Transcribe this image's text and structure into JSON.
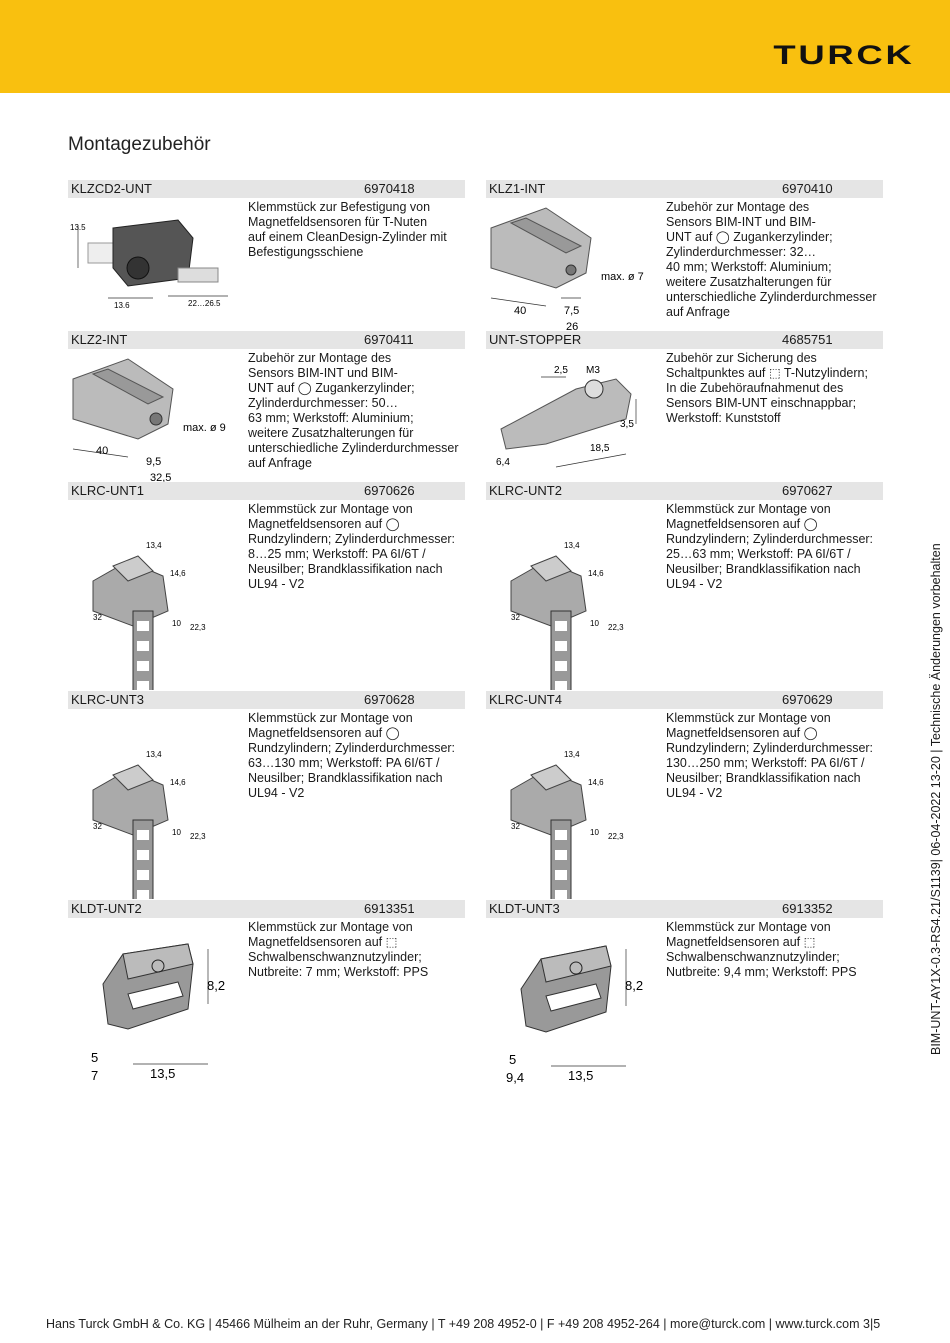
{
  "header": {
    "logo": "TURCK",
    "brand_color": "#f9c00f"
  },
  "section_title": "Montagezubehör",
  "items": [
    {
      "name": "KLZCD2-UNT",
      "number": "6970418",
      "desc": [
        "Klemmstück zur Befestigung von",
        "Magnetfeldsensoren für T-Nuten",
        "auf einem CleanDesign-Zylinder mit",
        "Befestigungsschiene"
      ],
      "dims": [
        "13.5",
        "13.6",
        "22…26.5"
      ]
    },
    {
      "name": "KLZ1-INT",
      "number": "6970410",
      "desc": [
        "Zubehör zur Montage des",
        "Sensors BIM-INT und BIM-",
        "UNT auf ◯ Zugankerzylinder;",
        "Zylinderdurchmesser: 32…",
        "40 mm; Werkstoff: Aluminium;",
        "weitere Zusatzhalterungen für",
        "unterschiedliche Zylinderdurchmesser",
        "auf Anfrage"
      ],
      "dims": [
        "40",
        "7,5",
        "26",
        "max. ø 7"
      ]
    },
    {
      "name": "KLZ2-INT",
      "number": "6970411",
      "desc": [
        "Zubehör zur Montage des",
        "Sensors BIM-INT und BIM-",
        "UNT auf ◯ Zugankerzylinder;",
        "Zylinderdurchmesser: 50…",
        "63 mm; Werkstoff: Aluminium;",
        "weitere Zusatzhalterungen für",
        "unterschiedliche Zylinderdurchmesser",
        "auf Anfrage"
      ],
      "dims": [
        "40",
        "9,5",
        "32,5",
        "max. ø 9"
      ]
    },
    {
      "name": "UNT-STOPPER",
      "number": "4685751",
      "desc": [
        "Zubehör zur Sicherung des",
        "Schaltpunktes auf ⬚ T-Nutzylindern;",
        "In die Zubehöraufnahmenut des",
        "Sensors BIM-UNT einschnappbar;",
        "Werkstoff: Kunststoff"
      ],
      "dims": [
        "2,5",
        "M3",
        "3,5",
        "18,5",
        "6,4"
      ]
    },
    {
      "name": "KLRC-UNT1",
      "number": "6970626",
      "desc": [
        "Klemmstück zur Montage von",
        "Magnetfeldsensoren auf ◯",
        "Rundzylindern; Zylinderdurchmesser:",
        "8…25 mm; Werkstoff: PA 6I/6T /",
        "Neusilber; Brandklassifikation nach",
        "UL94 - V2"
      ],
      "dims": [
        "13,4",
        "14,6",
        "32",
        "10",
        "22,3"
      ]
    },
    {
      "name": "KLRC-UNT2",
      "number": "6970627",
      "desc": [
        "Klemmstück zur Montage von",
        "Magnetfeldsensoren auf ◯",
        "Rundzylindern; Zylinderdurchmesser:",
        "25…63 mm; Werkstoff: PA 6I/6T /",
        "Neusilber; Brandklassifikation nach",
        "UL94 - V2"
      ],
      "dims": [
        "13,4",
        "14,6",
        "32",
        "10",
        "22,3"
      ]
    },
    {
      "name": "KLRC-UNT3",
      "number": "6970628",
      "desc": [
        "Klemmstück zur Montage von",
        "Magnetfeldsensoren auf ◯",
        "Rundzylindern; Zylinderdurchmesser:",
        "63…130 mm; Werkstoff: PA 6I/6T /",
        "Neusilber; Brandklassifikation nach",
        "UL94 - V2"
      ],
      "dims": [
        "13,4",
        "14,6",
        "32",
        "10",
        "22,3"
      ]
    },
    {
      "name": "KLRC-UNT4",
      "number": "6970629",
      "desc": [
        "Klemmstück zur Montage von",
        "Magnetfeldsensoren auf ◯",
        "Rundzylindern; Zylinderdurchmesser:",
        "130…250 mm; Werkstoff: PA 6I/6T /",
        "Neusilber; Brandklassifikation nach",
        "UL94 - V2"
      ],
      "dims": [
        "13,4",
        "14,6",
        "32",
        "10",
        "22,3"
      ]
    },
    {
      "name": "KLDT-UNT2",
      "number": "6913351",
      "desc": [
        "Klemmstück zur Montage von",
        "Magnetfeldsensoren auf ⬚",
        "Schwalbenschwanznutzylinder;",
        "Nutbreite: 7 mm; Werkstoff: PPS"
      ],
      "dims": [
        "8,2",
        "5",
        "7",
        "13,5"
      ]
    },
    {
      "name": "KLDT-UNT3",
      "number": "6913352",
      "desc": [
        "Klemmstück zur Montage von",
        "Magnetfeldsensoren auf ⬚",
        "Schwalbenschwanznutzylinder;",
        "Nutbreite: 9,4 mm; Werkstoff: PPS"
      ],
      "dims": [
        "8,2",
        "5",
        "9,4",
        "13,5"
      ]
    }
  ],
  "side_note": "BIM-UNT-AY1X-0.3-RS4.21/S1139| 06-04-2022 13-20 | Technische Änderungen vorbehalten",
  "footer": "Hans Turck GmbH & Co. KG | 45466 Mülheim an der Ruhr, Germany | T +49 208 4952-0 | F +49 208 4952-264 | more@turck.com | www.turck.com 3|5"
}
